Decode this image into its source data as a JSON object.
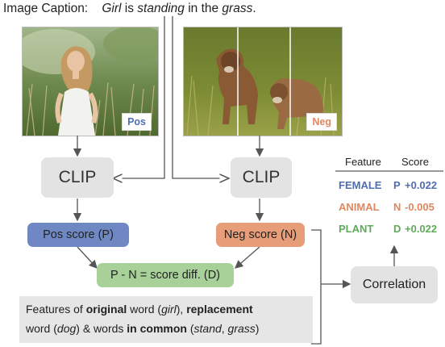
{
  "caption": {
    "prefix": "Image Caption:",
    "w1": "Girl",
    "w2": " is ",
    "w3": "standing",
    "w4": " in the ",
    "w5": "grass",
    "w6": "."
  },
  "images": {
    "pos_tag": "Pos",
    "neg_tag": "Neg"
  },
  "clip_left": "CLIP",
  "clip_right": "CLIP",
  "pos_score": "Pos score (P)",
  "neg_score": "Neg score (N)",
  "diff": "P - N = score diff. (D)",
  "features_text": {
    "t1": "Features of ",
    "t2": "original",
    "t3": " word (",
    "t4": "girl",
    "t5": "), ",
    "t6": "replacement",
    "t7": "word (",
    "t8": "dog",
    "t9": ") & words ",
    "t10": "in common",
    "t11": " (",
    "t12": "stand",
    "t13": ", ",
    "t14": "grass",
    "t15": ")"
  },
  "correlation": "Correlation",
  "table": {
    "header_feature": "Feature",
    "header_score": "Score",
    "rows": [
      {
        "feature": "FEMALE",
        "letter": "P",
        "value": "+0.022",
        "color": "#4f6fb0"
      },
      {
        "feature": "ANIMAL",
        "letter": "N",
        "value": "-0.005",
        "color": "#e0875e"
      },
      {
        "feature": "PLANT",
        "letter": "D",
        "value": "+0.022",
        "color": "#5fa95a"
      }
    ]
  },
  "colors": {
    "pos": "#6f88c4",
    "neg": "#e79d78",
    "diff": "#a8d19a",
    "clip": "#e3e3e3"
  }
}
